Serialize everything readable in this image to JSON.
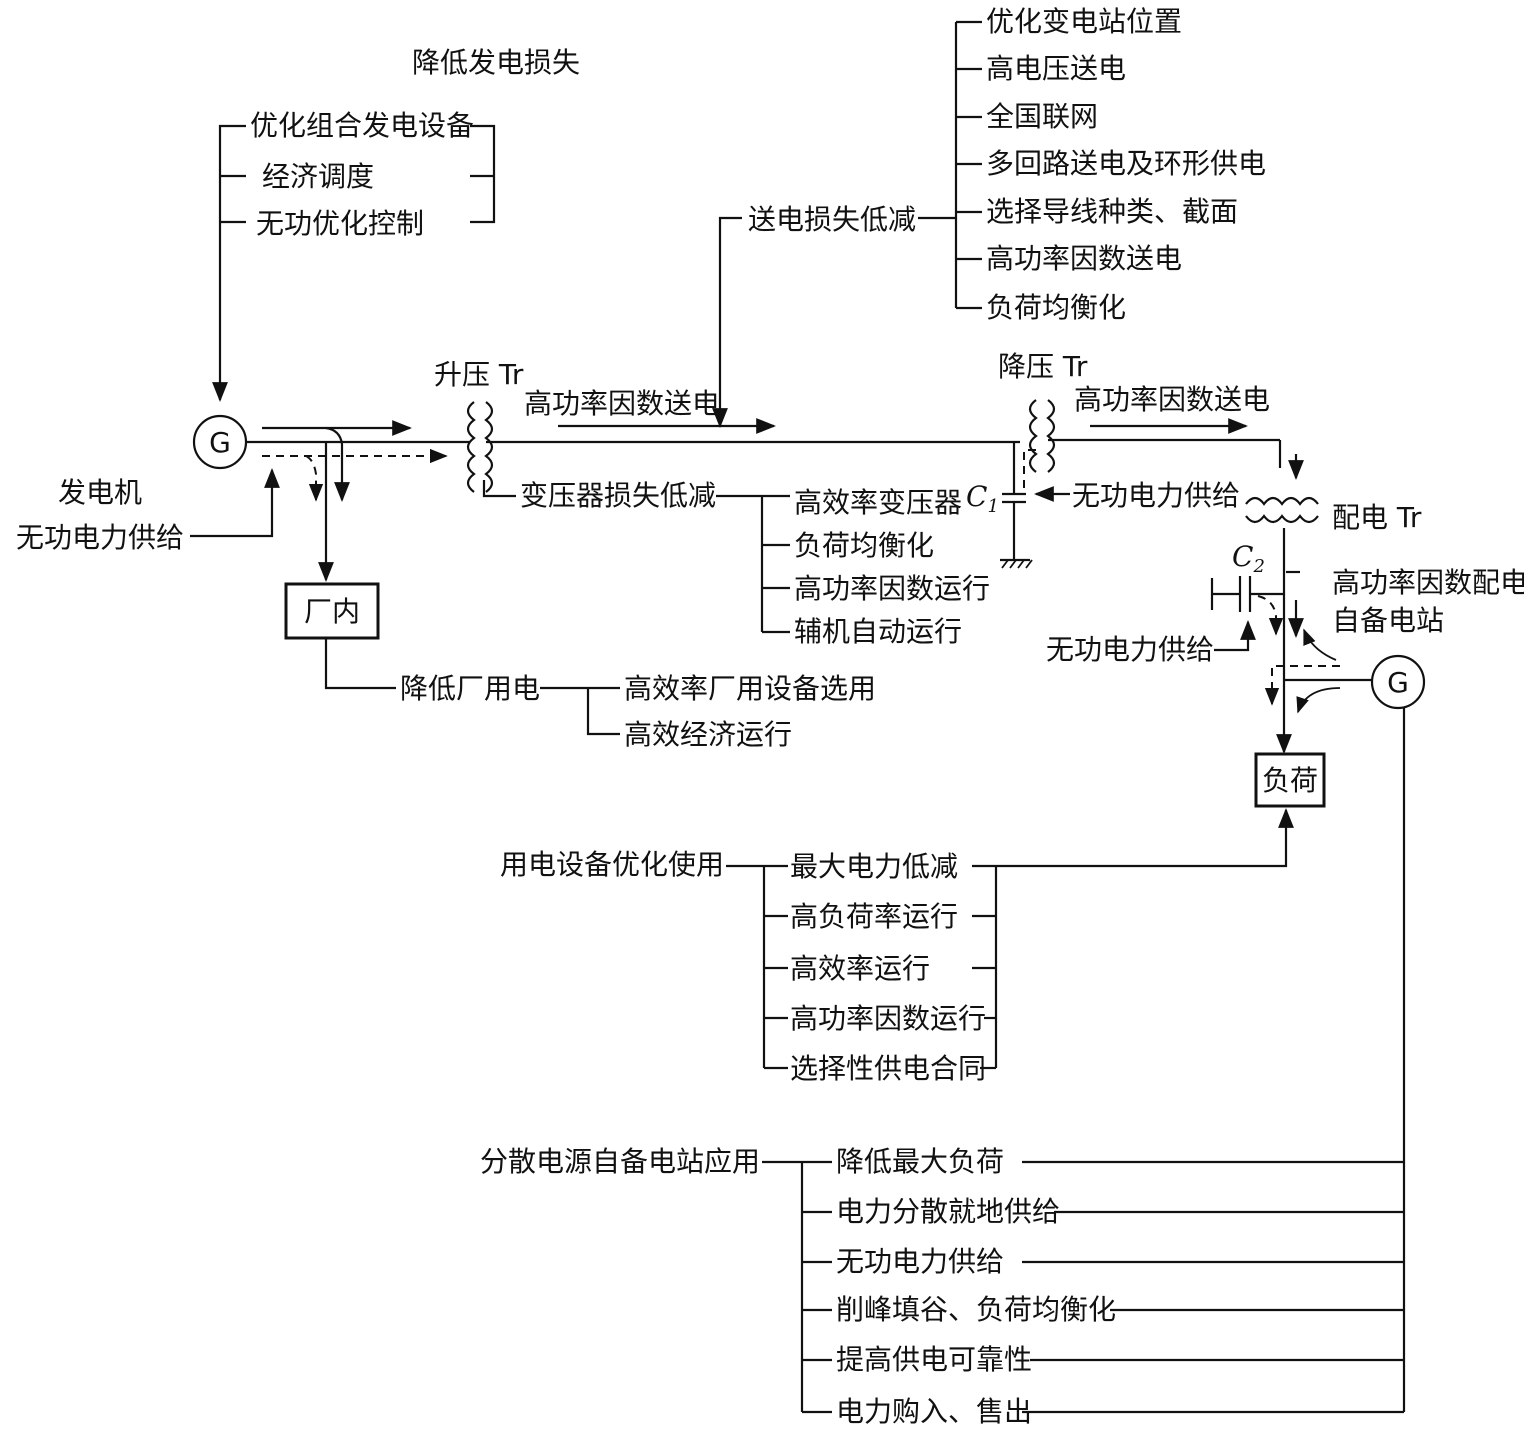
{
  "generation": {
    "title": "降低发电损失",
    "items": [
      "优化组合发电设备",
      "经济调度",
      "无功优化控制"
    ]
  },
  "transmission": {
    "title": "送电损失低减",
    "items": [
      "优化变电站位置",
      "高电压送电",
      "全国联网",
      "多回路送电及环形供电",
      "选择导线种类、截面",
      "高功率因数送电",
      "负荷均衡化"
    ]
  },
  "generator": {
    "symbol": "G",
    "label_line1": "发电机",
    "label_line2": "无功电力供给"
  },
  "plant": {
    "box": "厂内",
    "title": "降低厂用电",
    "items": [
      "高效率厂用设备选用",
      "高效经济运行"
    ]
  },
  "step_up": {
    "label": "升压 Tr",
    "flow_label": "高功率因数送电"
  },
  "transformer_loss": {
    "title": "变压器损失低减",
    "items": [
      "高效率变压器",
      "负荷均衡化",
      "高功率因数运行",
      "辅机自动运行"
    ]
  },
  "step_down": {
    "label": "降压 Tr",
    "flow_label": "高功率因数送电",
    "capacitor": "C",
    "capacitor_sub": "1",
    "reactive": "无功电力供给"
  },
  "distribution": {
    "label": "配电 Tr",
    "capacitor": "C",
    "capacitor_sub": "2",
    "reactive": "无功电力供给",
    "note_line1": "高功率因数配电",
    "note_line2": "自备电站",
    "generator_symbol": "G",
    "load_box": "负荷"
  },
  "equipment": {
    "title": "用电设备优化使用",
    "items": [
      "最大电力低减",
      "高负荷率运行",
      "高效率运行",
      "高功率因数运行",
      "选择性供电合同"
    ]
  },
  "distributed": {
    "title": "分散电源自备电站应用",
    "items": [
      "降低最大负荷",
      "电力分散就地供给",
      "无功电力供给",
      "削峰填谷、负荷均衡化",
      "提高供电可靠性",
      "电力购入、售出"
    ]
  }
}
